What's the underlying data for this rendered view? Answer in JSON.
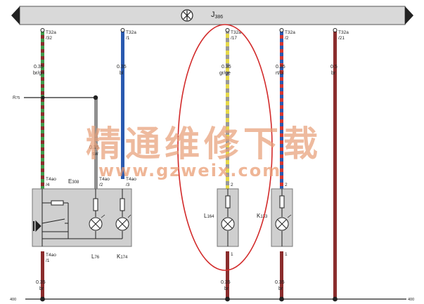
{
  "header": {
    "unit_label": "J",
    "unit_sub": "386",
    "unit_icon": "cogwheel-icon"
  },
  "wires": [
    {
      "id": "w1",
      "pin": "T32a",
      "pin_no": "/32",
      "size": "0.35",
      "color": "br/gn"
    },
    {
      "id": "w2",
      "pin": "T32a",
      "pin_no": "/1",
      "size": "0.35",
      "color": "bl"
    },
    {
      "id": "w3",
      "pin": "T32a",
      "pin_no": "/17",
      "size": "0.35",
      "color": "gr/ge"
    },
    {
      "id": "w4",
      "pin": "T32a",
      "pin_no": "/2",
      "size": "0.35",
      "color": "rt/bl"
    },
    {
      "id": "w5",
      "pin": "T32a",
      "pin_no": "/21",
      "size": "0.5",
      "color": "br"
    }
  ],
  "feed": {
    "label": "R",
    "sub": "75"
  },
  "grey_wire": {
    "size": "0.35",
    "color": "sw"
  },
  "components": {
    "e308": {
      "label": "E",
      "sub": "308",
      "conn_top_1": {
        "pin": "T4ao",
        "no": "/4"
      },
      "conn_top_2": {
        "pin": "T4ao",
        "no": "/2"
      },
      "conn_top_3": {
        "pin": "T4ao",
        "no": "/3"
      },
      "conn_bottom": {
        "pin": "T4ao",
        "no": "/1"
      }
    },
    "l76": {
      "label": "L",
      "sub": "76"
    },
    "k174": {
      "label": "K",
      "sub": "174"
    },
    "l164": {
      "label": "L",
      "sub": "164",
      "pin_top": "2",
      "pin_bottom": "1"
    },
    "k133": {
      "label": "K",
      "sub": "133",
      "pin_top": "2",
      "pin_bottom": "1"
    }
  },
  "bottom_wires": [
    {
      "id": "b1",
      "size": "0.35",
      "color": "br"
    },
    {
      "id": "b2",
      "size": "0.35",
      "color": "br"
    },
    {
      "id": "b3",
      "size": "0.35",
      "color": "br"
    }
  ],
  "ground": {
    "left": "400",
    "right": "400"
  },
  "watermark": {
    "chinese": "精通维修下载",
    "url": "www.gzweix.com"
  },
  "colors": {
    "brown": "#8b2d2d",
    "green": "#3f9a4a",
    "blue": "#2a5ab0",
    "grey": "#8f8f8f",
    "yellow": "#e6d94a",
    "red": "#d6362f",
    "highlight": "#d22a2a",
    "box": "#cfcfcf"
  }
}
